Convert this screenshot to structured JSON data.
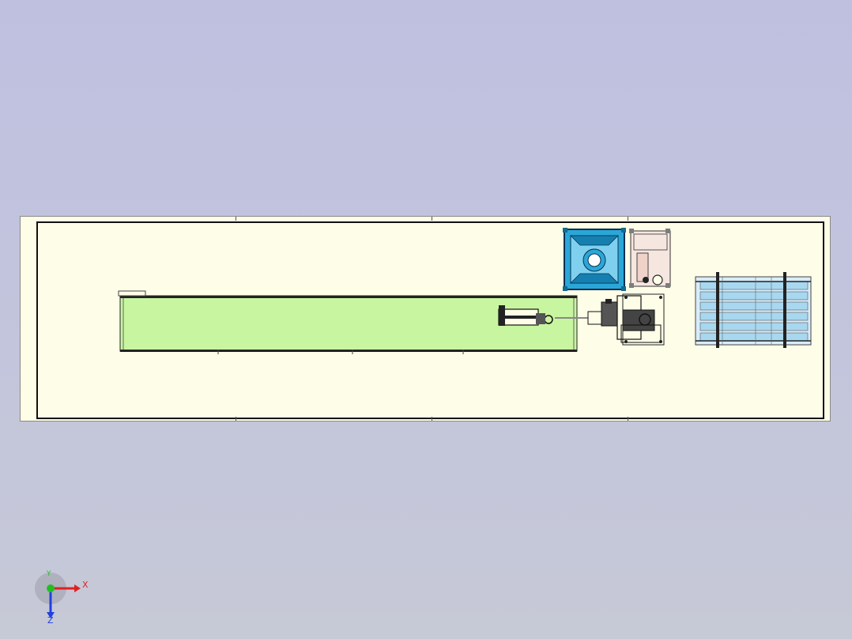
{
  "viewport": {
    "background_top": "#bfc0e0",
    "background_bottom": "#c6c9d6"
  },
  "sheet": {
    "paper_color": "#fefde8",
    "components": [
      {
        "name": "conveyor",
        "color": "#c8f5a0"
      },
      {
        "name": "robot-arm",
        "color": "#333333"
      },
      {
        "name": "rotary-table",
        "color": "#2aa7d8"
      },
      {
        "name": "fixture-station",
        "color": "#f6e6e0"
      },
      {
        "name": "storage-rack",
        "color": "#a8d8f0"
      }
    ]
  },
  "triad": {
    "x_label": "X",
    "y_label": "Y",
    "z_label": "Z",
    "x_color": "#e02020",
    "y_color": "#20c020",
    "z_color": "#2040e0"
  }
}
